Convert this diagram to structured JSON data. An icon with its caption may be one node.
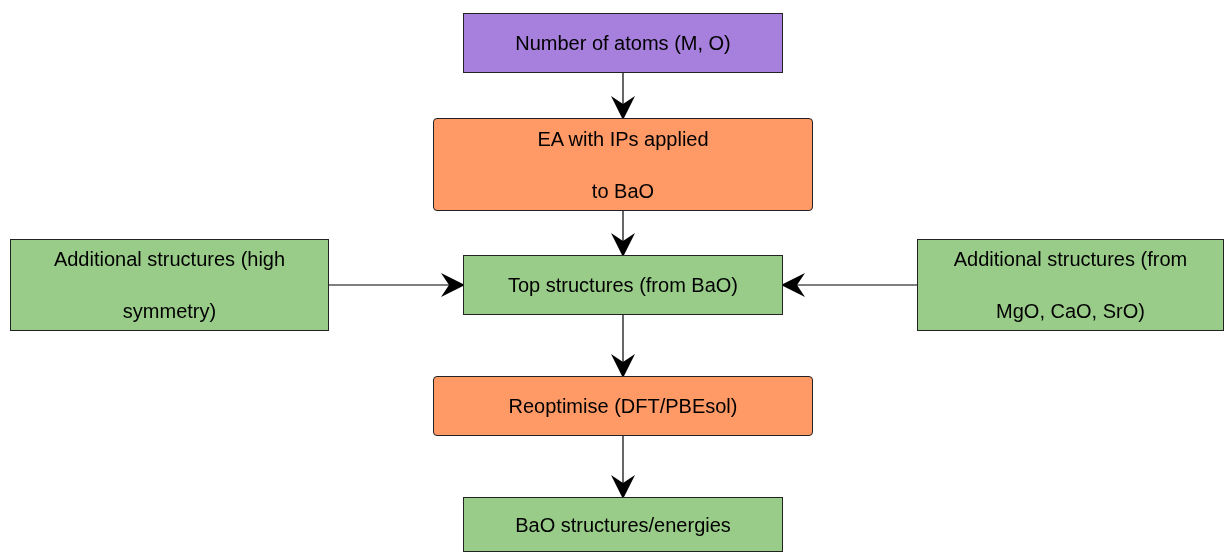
{
  "diagram": {
    "nodes": [
      {
        "text": [
          "Number of atoms (M, O)"
        ]
      },
      {
        "text": [
          "EA with IPs applied to BaO"
        ]
      },
      {
        "text": [
          "Additional structures (high symmetry)"
        ]
      },
      {
        "text": [
          "Top structures (from BaO)"
        ]
      },
      {
        "text": [
          "Additional structures (from MgO, CaO, SrO)"
        ]
      },
      {
        "text": [
          "Reoptimise (DFT/PBEsol)"
        ]
      },
      {
        "text": [
          "BaO structures/energies"
        ]
      }
    ],
    "edges": [
      {
        "from": 0,
        "to": 1,
        "arrow": "to"
      },
      {
        "from": 1,
        "to": 3,
        "arrow": "to"
      },
      {
        "from": 2,
        "to": 3,
        "arrow": "to"
      },
      {
        "from": 4,
        "to": 3,
        "arrow": "to"
      },
      {
        "from": 3,
        "to": 5,
        "arrow": "to"
      },
      {
        "from": 5,
        "to": 6,
        "arrow": "to"
      }
    ]
  }
}
